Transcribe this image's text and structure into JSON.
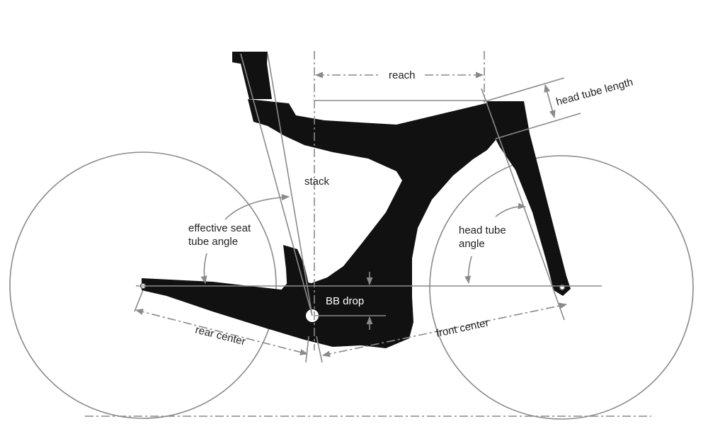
{
  "labels": {
    "reach": "reach",
    "head_tube_length": "head tube length",
    "stack": "stack",
    "effective_seat_tube_angle_line1": "effective seat",
    "effective_seat_tube_angle_line2": "tube angle",
    "head_tube_angle_line1": "head tube",
    "head_tube_angle_line2": "angle",
    "bb_drop": "BB drop",
    "rear_center": "rear center",
    "front_center": "front center"
  },
  "colors": {
    "frame": "#111111",
    "lines": "#8a8a8a",
    "background": "#ffffff"
  }
}
